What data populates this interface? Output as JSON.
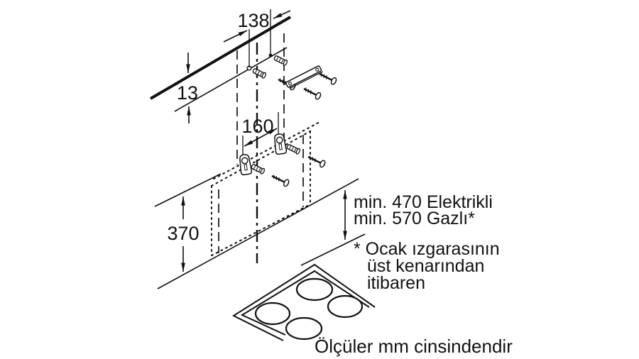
{
  "canvas": {
    "background": "#ffffff",
    "ink": "#111111"
  },
  "diagram": {
    "dim_top_hole_spacing": "138",
    "dim_ceiling_offset": "13",
    "dim_bracket_spacing": "160",
    "dim_hood_rear_height": "370",
    "clearance_electric": "min. 470 Elektrikli",
    "clearance_gas": "min. 570 Gazlı*",
    "footnote": [
      "* Ocak ızgarasının",
      "üst kenarından",
      "itibaren"
    ],
    "units_caption": "Ölçüler mm cinsindendir"
  }
}
